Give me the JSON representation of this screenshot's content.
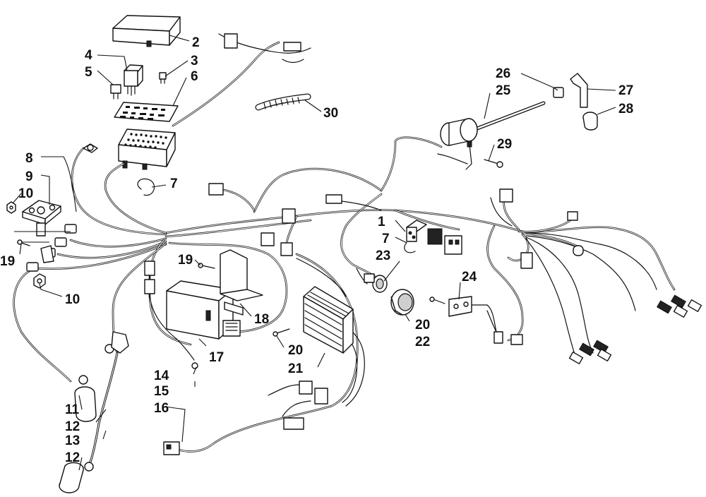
{
  "callouts": [
    {
      "id": "c1",
      "text": "1"
    },
    {
      "id": "c2",
      "text": "2"
    },
    {
      "id": "c3",
      "text": "3"
    },
    {
      "id": "c4",
      "text": "4"
    },
    {
      "id": "c5",
      "text": "5"
    },
    {
      "id": "c6",
      "text": "6"
    },
    {
      "id": "c7a",
      "text": "7"
    },
    {
      "id": "c7b",
      "text": "7"
    },
    {
      "id": "c8",
      "text": "8"
    },
    {
      "id": "c9",
      "text": "9"
    },
    {
      "id": "c10a",
      "text": "10"
    },
    {
      "id": "c10b",
      "text": "10"
    },
    {
      "id": "c11",
      "text": "11"
    },
    {
      "id": "c12a",
      "text": "12"
    },
    {
      "id": "c12b",
      "text": "12"
    },
    {
      "id": "c13",
      "text": "13"
    },
    {
      "id": "c14",
      "text": "14"
    },
    {
      "id": "c15",
      "text": "15"
    },
    {
      "id": "c16",
      "text": "16"
    },
    {
      "id": "c17",
      "text": "17"
    },
    {
      "id": "c18",
      "text": "18"
    },
    {
      "id": "c19a",
      "text": "19"
    },
    {
      "id": "c19b",
      "text": "19"
    },
    {
      "id": "c20a",
      "text": "20"
    },
    {
      "id": "c20b",
      "text": "20"
    },
    {
      "id": "c21",
      "text": "21"
    },
    {
      "id": "c22",
      "text": "22"
    },
    {
      "id": "c23",
      "text": "23"
    },
    {
      "id": "c24",
      "text": "24"
    },
    {
      "id": "c25",
      "text": "25"
    },
    {
      "id": "c26",
      "text": "26"
    },
    {
      "id": "c27",
      "text": "27"
    },
    {
      "id": "c28",
      "text": "28"
    },
    {
      "id": "c29",
      "text": "29"
    },
    {
      "id": "c30",
      "text": "30"
    }
  ]
}
